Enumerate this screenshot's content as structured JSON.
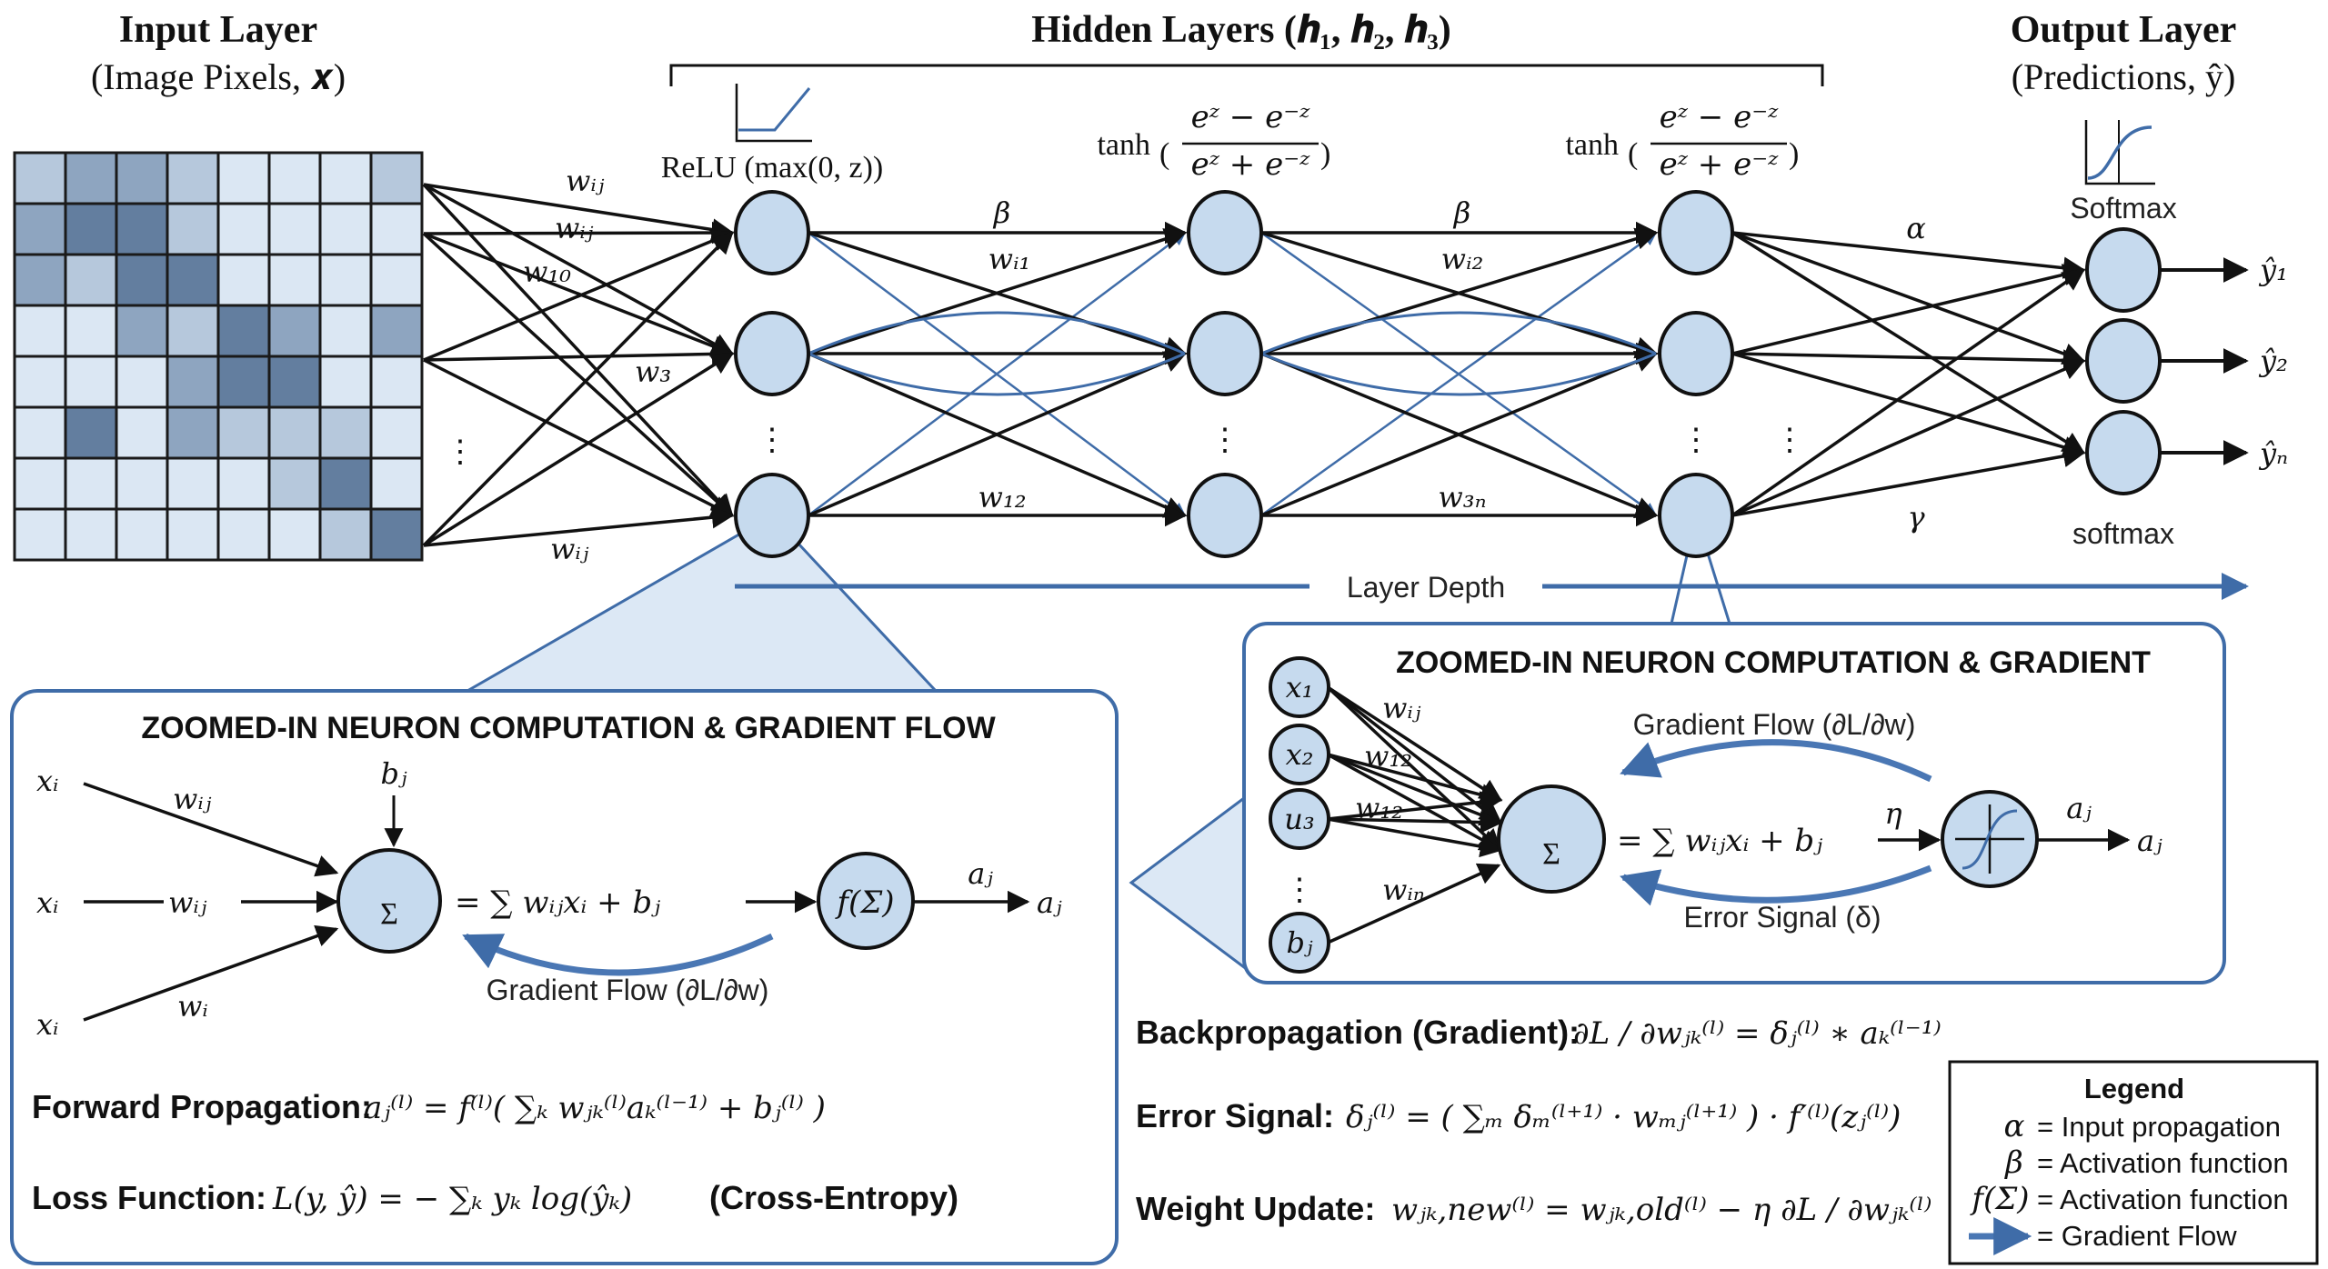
{
  "colors": {
    "node_fill": "#c6daee",
    "accent_blue": "#3f6ca8",
    "panel_fill": "#dce8f5",
    "ink": "#111111"
  },
  "input_layer": {
    "title": "Input Layer",
    "subtitle": "(Image Pixels, 𝒙)",
    "pixel_levels": [
      [
        1,
        2,
        2,
        1,
        0,
        0,
        0,
        1
      ],
      [
        2,
        3,
        3,
        1,
        0,
        0,
        0,
        0
      ],
      [
        2,
        1,
        3,
        3,
        0,
        0,
        0,
        0
      ],
      [
        0,
        0,
        2,
        1,
        3,
        2,
        0,
        2
      ],
      [
        0,
        0,
        0,
        2,
        3,
        3,
        0,
        0
      ],
      [
        0,
        3,
        0,
        2,
        1,
        1,
        1,
        0
      ],
      [
        0,
        0,
        0,
        0,
        0,
        1,
        3,
        0
      ],
      [
        0,
        0,
        0,
        0,
        0,
        0,
        1,
        3
      ]
    ],
    "pixel_palette": [
      "#dbe7f3",
      "#b6c8dc",
      "#8ea5c0",
      "#637e9f"
    ]
  },
  "hidden_layers": {
    "title": "Hidden Layers (𝒉₁, 𝒉₂, 𝒉₃)",
    "activations": [
      "ReLU (max(0, z))",
      "tanh",
      "tanh"
    ],
    "tanh_num": "eᶻ − e⁻ᶻ",
    "tanh_den": "eᶻ + e⁻ᶻ"
  },
  "output_layer": {
    "title": "Output Layer",
    "subtitle": "(Predictions, ŷ)",
    "activation_top": "Softmax",
    "activation_bottom": "softmax",
    "outputs": [
      "ŷ₁",
      "ŷ₂",
      "ŷₙ"
    ]
  },
  "weight_labels": {
    "in1": "wᵢⱼ",
    "in2": "wᵢⱼ",
    "in3": "w₁₀",
    "in4": "w₃",
    "in5": "wᵢⱼ",
    "h12_beta": "β",
    "h12_top": "wᵢ₁",
    "h12_bot": "w₁₂",
    "h23_beta": "β",
    "h23_top": "wᵢ₂",
    "h23_bot": "w₃ₙ",
    "out_alpha": "α",
    "out_gamma": "γ"
  },
  "ellipsis": "⋮",
  "layer_depth": "Layer Depth",
  "left_panel": {
    "title": "ZOOMED-IN NEURON COMPUTATION & GRADIENT FLOW",
    "inputs": [
      "xᵢ",
      "xᵢ",
      "xᵢ"
    ],
    "weights": [
      "wᵢⱼ",
      "wᵢⱼ",
      "wᵢ"
    ],
    "bias": "bⱼ",
    "sum_symbol": "Σ",
    "sum_formula": "= ∑ wᵢⱼxᵢ + bⱼ",
    "activation": "f(Σ)",
    "activation_label": "aⱼ",
    "output": "aⱼ",
    "gradient_label": "Gradient Flow (∂L/∂w)",
    "forward_label": "Forward Propagation:",
    "forward_formula": "aⱼ⁽ˡ⁾ = f⁽ˡ⁾( ∑ₖ wⱼₖ⁽ˡ⁾aₖ⁽ˡ⁻¹⁾ + bⱼ⁽ˡ⁾ )",
    "loss_label": "Loss Function:",
    "loss_formula": "L(y, ŷ) = − ∑ₖ yₖ log(ŷₖ)",
    "loss_suffix": "(Cross-Entropy)"
  },
  "right_panel": {
    "title": "ZOOMED-IN NEURON COMPUTATION & GRADIENT",
    "inputs": [
      "x₁",
      "x₂",
      "u₃",
      "bⱼ"
    ],
    "weights": [
      "wᵢⱼ",
      "w₁₂",
      "w₁₂",
      "wᵢₙ"
    ],
    "sum_symbol": "Σ",
    "sum_formula": "= ∑ wᵢⱼxᵢ + bⱼ",
    "eta": "η",
    "activation_label": "aⱼ",
    "output": "aⱼ",
    "gradient_label": "Gradient Flow (∂L/∂w)",
    "error_label": "Error Signal (δ)"
  },
  "equations": {
    "backprop_label": "Backpropagation (Gradient):",
    "backprop_formula": "∂L / ∂wⱼₖ⁽ˡ⁾ = δⱼ⁽ˡ⁾ ∗ aₖ⁽ˡ⁻¹⁾",
    "error_label": "Error Signal:",
    "error_formula": "δⱼ⁽ˡ⁾ = ( ∑ₘ δₘ⁽ˡ⁺¹⁾ · wₘⱼ⁽ˡ⁺¹⁾ ) · f′⁽ˡ⁾(zⱼ⁽ˡ⁾)",
    "update_label": "Weight Update:",
    "update_formula": "wⱼₖ,new⁽ˡ⁾ = wⱼₖ,old⁽ˡ⁾ − η ∂L / ∂wⱼₖ⁽ˡ⁾"
  },
  "legend": {
    "title": "Legend",
    "items": [
      {
        "symbol": "α",
        "text": "= Input propagation"
      },
      {
        "symbol": "β",
        "text": "= Activation function"
      },
      {
        "symbol": "f(Σ)",
        "text": "= Activation function"
      },
      {
        "symbol": "arrow",
        "text": "= Gradient Flow"
      }
    ]
  }
}
